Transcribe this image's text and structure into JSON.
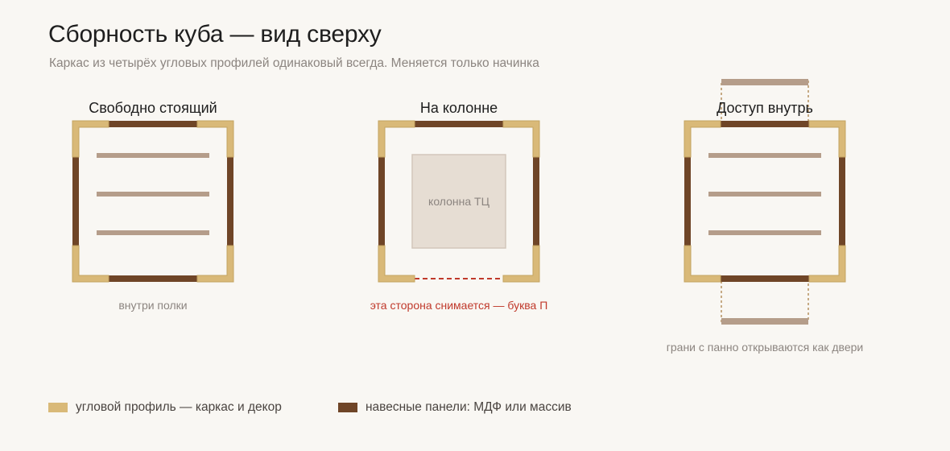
{
  "header": {
    "title": "Сборность куба — вид сверху",
    "subtitle": "Каркас из четырёх угловых профилей одинаковый всегда. Меняется только начинка"
  },
  "variants": [
    {
      "title": "Свободно стоящий",
      "caption": "внутри полки"
    },
    {
      "title": "На колонне",
      "caption": "эта сторона снимается — буква П",
      "inner_label": "колонна ТЦ"
    },
    {
      "title": "Доступ внутрь",
      "caption": "грани с панно открываются как двери"
    }
  ],
  "legend": [
    {
      "label": "угловой профиль — каркас и декор",
      "color": "#d9b978"
    },
    {
      "label": "навесные панели: МДФ или массив",
      "color": "#6f4527"
    }
  ],
  "colors": {
    "background": "#f9f7f3",
    "profile": "#d9b978",
    "profile_stroke": "#c4a461",
    "panel": "#6f4527",
    "shelf": "#b59d8a",
    "column_fill": "#e6ddd3",
    "column_stroke": "#d3c7bb",
    "removable": "#c0392b",
    "door_outline": "#a5783b"
  }
}
